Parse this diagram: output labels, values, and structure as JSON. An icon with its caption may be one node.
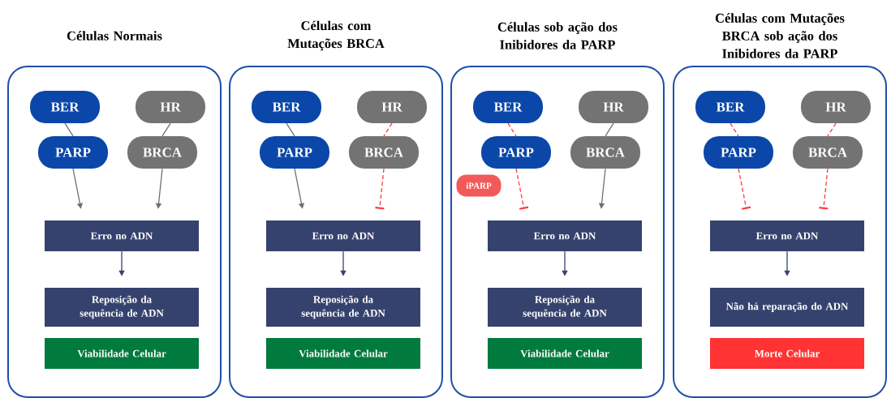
{
  "diagram": {
    "nodes": [
      {
        "text": [
          "Células Normais"
        ]
      },
      {
        "text": [
          "BER"
        ],
        "in": 0
      },
      {
        "text": [
          "HR"
        ],
        "in": 0
      },
      {
        "text": [
          "PARP"
        ],
        "in": 0
      },
      {
        "text": [
          "BRCA"
        ],
        "in": 0
      },
      {
        "text": [
          "Erro no ADN"
        ],
        "in": 0
      },
      {
        "text": [
          "Reposição da sequência de ADN"
        ],
        "in": 0
      },
      {
        "text": [
          "Viabilidade Celular"
        ],
        "in": 0
      },
      {
        "text": [
          "Células com Mutações BRCA"
        ]
      },
      {
        "text": [
          "BER"
        ],
        "in": 8
      },
      {
        "text": [
          "HR"
        ],
        "in": 8
      },
      {
        "text": [
          "PARP"
        ],
        "in": 8
      },
      {
        "text": [
          "BRCA"
        ],
        "in": 8
      },
      {
        "text": [
          "Erro no ADN"
        ],
        "in": 8
      },
      {
        "text": [
          "Reposição da sequência de ADN"
        ],
        "in": 8
      },
      {
        "text": [
          "Viabilidade Celular"
        ],
        "in": 8
      },
      {
        "text": [
          "Células sob ação dos Inibidores da PARP"
        ]
      },
      {
        "text": [
          "BER"
        ],
        "in": 16
      },
      {
        "text": [
          "HR"
        ],
        "in": 16
      },
      {
        "text": [
          "PARP"
        ],
        "in": 16
      },
      {
        "text": [
          "BRCA"
        ],
        "in": 16
      },
      {
        "text": [
          "iPARP"
        ],
        "in": 16
      },
      {
        "text": [
          "Erro no ADN"
        ],
        "in": 16
      },
      {
        "text": [
          "Reposição da sequência de ADN"
        ],
        "in": 16
      },
      {
        "text": [
          "Viabilidade Celular"
        ],
        "in": 16
      },
      {
        "text": [
          "Células com Mutações BRCA sob ação dos Inibidores da PARP"
        ]
      },
      {
        "text": [
          "BER"
        ],
        "in": 25
      },
      {
        "text": [
          "HR"
        ],
        "in": 25
      },
      {
        "text": [
          "PARP"
        ],
        "in": 25
      },
      {
        "text": [
          "BRCA"
        ],
        "in": 25
      },
      {
        "text": [
          "Erro no ADN"
        ],
        "in": 25
      },
      {
        "text": [
          "Não há reparação do ADN"
        ],
        "in": 25
      },
      {
        "text": [
          "Morte Celular"
        ],
        "in": 25
      }
    ],
    "edges": [
      {
        "from": 1,
        "to": 3,
        "arrow": "none",
        "color": "#707070"
      },
      {
        "from": 2,
        "to": 4,
        "arrow": "none",
        "color": "#707070"
      },
      {
        "from": 3,
        "to": 5,
        "arrow": "to",
        "color": "#707070"
      },
      {
        "from": 4,
        "to": 5,
        "arrow": "to",
        "color": "#707070"
      },
      {
        "from": 5,
        "to": 6,
        "arrow": "to",
        "color": "#36426e"
      },
      {
        "from": 9,
        "to": 11,
        "arrow": "none",
        "color": "#707070"
      },
      {
        "from": 10,
        "to": 12,
        "arrow": "none",
        "color": "#ff3b3b",
        "style": "dashed"
      },
      {
        "from": 11,
        "to": 13,
        "arrow": "to",
        "color": "#707070"
      },
      {
        "from": 12,
        "to": 13,
        "arrow": "other",
        "color": "#ff3b3b",
        "style": "dashed"
      },
      {
        "from": 13,
        "to": 14,
        "arrow": "to",
        "color": "#36426e"
      },
      {
        "from": 17,
        "to": 19,
        "arrow": "none",
        "color": "#ff3b3b",
        "style": "dashed"
      },
      {
        "from": 18,
        "to": 20,
        "arrow": "none",
        "color": "#707070"
      },
      {
        "from": 19,
        "to": 22,
        "arrow": "other",
        "color": "#ff3b3b",
        "style": "dashed"
      },
      {
        "from": 20,
        "to": 22,
        "arrow": "to",
        "color": "#707070"
      },
      {
        "from": 22,
        "to": 23,
        "arrow": "to",
        "color": "#36426e"
      },
      {
        "from": 26,
        "to": 28,
        "arrow": "none",
        "color": "#ff3b3b",
        "style": "dashed"
      },
      {
        "from": 27,
        "to": 29,
        "arrow": "none",
        "color": "#ff3b3b",
        "style": "dashed"
      },
      {
        "from": 28,
        "to": 30,
        "arrow": "other",
        "color": "#ff3b3b",
        "style": "dashed"
      },
      {
        "from": 29,
        "to": 30,
        "arrow": "other",
        "color": "#ff3b3b",
        "style": "dashed"
      },
      {
        "from": 30,
        "to": 31,
        "arrow": "to",
        "color": "#36426e"
      }
    ]
  }
}
